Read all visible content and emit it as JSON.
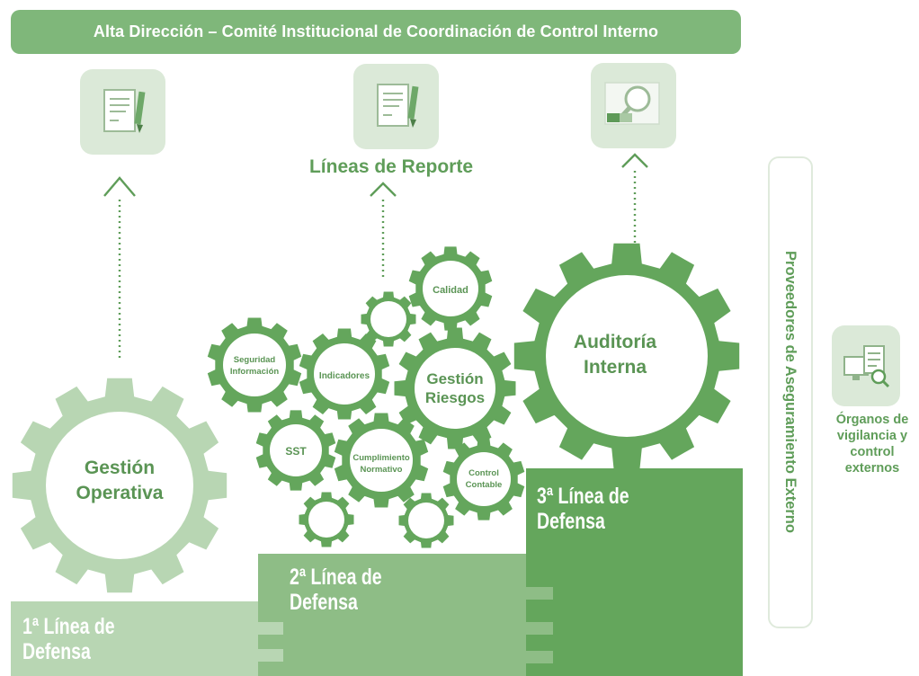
{
  "header": {
    "title": "Alta Dirección – Comité Institucional de Coordinación de Control Interno"
  },
  "reporting_lines": {
    "label": "Líneas de Reporte"
  },
  "icons": {
    "left": "document-pen-icon",
    "center": "document-pen-icon",
    "right": "magnifier-audit-icon",
    "external": "monitor-checklist-icon"
  },
  "gears": {
    "gestion_operativa": [
      "Gestión",
      "Operativa"
    ],
    "auditoria_interna": [
      "Auditoría",
      "Interna"
    ],
    "gestion_riesgos": [
      "Gestión",
      "Riesgos"
    ],
    "seguridad_informacion": [
      "Seguridad",
      "Información"
    ],
    "indicadores": [
      "Indicadores"
    ],
    "calidad": [
      "Calidad"
    ],
    "sst": [
      "SST"
    ],
    "cumplimiento_normativo": [
      "Cumplimiento",
      "Normativo"
    ],
    "control_contable": [
      "Control",
      "Contable"
    ]
  },
  "lines_of_defense": {
    "first": [
      "1ª Línea de",
      "Defensa"
    ],
    "second": [
      "2ª Línea de",
      "Defensa"
    ],
    "third": [
      "3ª Línea de",
      "Defensa"
    ]
  },
  "external_assurance": {
    "vertical_label": "Proveedores de Aseguramiento Externo",
    "bodies": [
      "Órganos de",
      "vigilancia y",
      "control",
      "externos"
    ]
  },
  "colors": {
    "light_green": "#b8d6b3",
    "mid_green": "#8ebd86",
    "dark_green": "#64a65c",
    "banner": "#7fb77a",
    "text_green": "#5f9d59"
  }
}
